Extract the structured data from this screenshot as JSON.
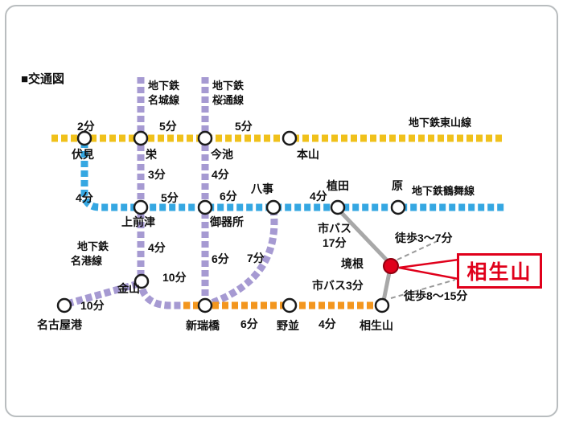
{
  "title": "■交通図",
  "lines": {
    "higashiyama": {
      "name": "地下鉄東山線"
    },
    "tsurumai": {
      "name": "地下鉄鶴舞線"
    },
    "meijo": {
      "name_line1": "地下鉄",
      "name_line2": "名城線"
    },
    "sakuradori": {
      "name_line1": "地下鉄",
      "name_line2": "桜通線"
    },
    "meiko": {
      "name_line1": "地下鉄",
      "name_line2": "名港線"
    }
  },
  "stations": {
    "fushimi": "伏見",
    "sakae": "栄",
    "imaike": "今池",
    "motoyama": "本山",
    "kamimaezu": "上前津",
    "gokiso": "御器所",
    "yagoto": "八事",
    "ueda": "植田",
    "hara": "原",
    "kanayama": "金山",
    "nagoyako": "名古屋港",
    "aratamabashi": "新瑞橋",
    "nonami": "野並",
    "aioiyama": "相生山",
    "sakaine": "境根"
  },
  "travel_times": {
    "fushimi_sakae": "2分",
    "sakae_imaike": "5分",
    "imaike_motoyama": "5分",
    "sakae_kamimaezu": "3分",
    "imaike_gokiso": "4分",
    "fushimi_kamimaezu": "4分",
    "kamimaezu_gokiso": "5分",
    "gokiso_yagoto": "6分",
    "yagoto_ueda": "4分",
    "kamimaezu_kanayama": "4分",
    "kanayama_aratamabashi": "10分",
    "nagoyako_kanayama": "10分",
    "gokiso_aratamabashi": "6分",
    "yagoto_aratamabashi": "7分",
    "aratamabashi_nonami": "6分",
    "nonami_aioiyama": "4分"
  },
  "bus_walk": {
    "bus_from_ueda_line1": "市バス",
    "bus_from_ueda_line2": "17分",
    "bus_from_aioiyama": "市バス3分",
    "walk_from_sakaine": "徒歩3〜7分",
    "walk_from_aioiyama": "徒歩8〜15分"
  },
  "destination": {
    "label": "相生山"
  },
  "colors": {
    "higashiyama_yellow": "#f0c11b",
    "tsurumai_blue": "#35a7e2",
    "meijo_purple": "#a69ad2",
    "sakuradori_purple": "#a69ad2",
    "meiko_purple": "#a69ad2",
    "south_orange": "#f3961e",
    "bus_gray": "#a8a8a8",
    "walk_gray": "#999999",
    "destination_red": "#e0001b"
  }
}
